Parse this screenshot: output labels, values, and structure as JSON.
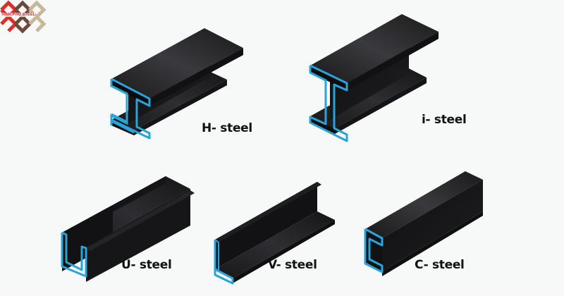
{
  "logo": {
    "text": "VINH PHU STEEL",
    "colors": [
      "#d9302c",
      "#6b4a3a",
      "#c9b79a"
    ]
  },
  "colors": {
    "background": "#f7f8f8",
    "steel_face": "#1c1c1e",
    "steel_dark": "#0e0e0f",
    "steel_highlight": "#3a3a3d",
    "section_edge": "#2aa3d8"
  },
  "profiles": [
    {
      "id": "h",
      "label": "H- steel"
    },
    {
      "id": "i",
      "label": "i- steel"
    },
    {
      "id": "u",
      "label": "U- steel"
    },
    {
      "id": "v",
      "label": "V- steel"
    },
    {
      "id": "c",
      "label": "C- steel"
    }
  ]
}
